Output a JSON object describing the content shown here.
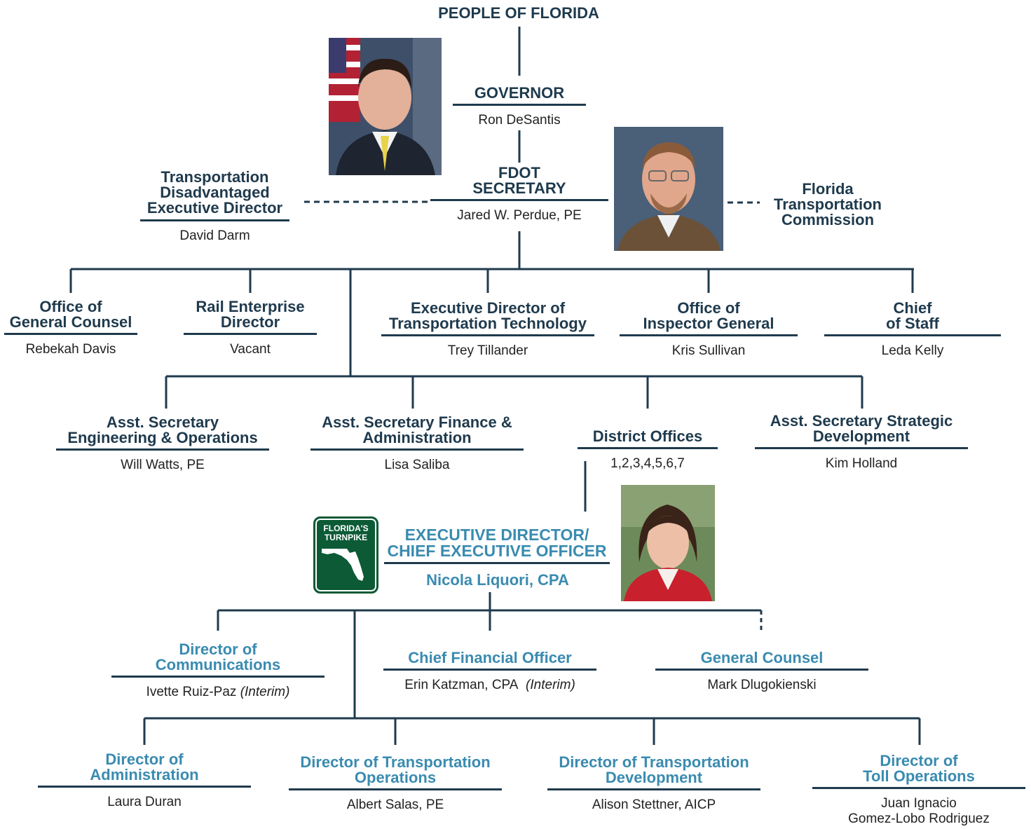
{
  "top": "PEOPLE OF FLORIDA",
  "governor": {
    "title": "GOVERNOR",
    "name": "Ron DeSantis"
  },
  "secretary": {
    "title": "FDOT\nSECRETARY",
    "name": "Jared W. Perdue, PE"
  },
  "td_director": {
    "title": "Transportation\nDisadvantaged\nExecutive Director",
    "name": "David Darm"
  },
  "commission": {
    "title": "Florida\nTransportation\nCommission"
  },
  "row1": [
    {
      "title": "Office of\nGeneral Counsel",
      "name": "Rebekah Davis"
    },
    {
      "title": "Rail Enterprise\nDirector",
      "name": "Vacant"
    },
    {
      "title": "Executive Director of\nTransportation Technology",
      "name": "Trey Tillander"
    },
    {
      "title": "Office of\nInspector General",
      "name": "Kris Sullivan"
    },
    {
      "title": "Chief\nof Staff",
      "name": "Leda Kelly"
    }
  ],
  "row2": [
    {
      "title": "Asst. Secretary\nEngineering & Operations",
      "name": "Will Watts, PE"
    },
    {
      "title": "Asst. Secretary Finance &\nAdministration",
      "name": "Lisa Saliba"
    },
    {
      "title": "District Offices",
      "name": "1,2,3,4,5,6,7"
    },
    {
      "title": "Asst. Secretary Strategic\nDevelopment",
      "name": "Kim Holland"
    }
  ],
  "logo": {
    "text": "FLORIDA'S\nTURNPIKE"
  },
  "ceo": {
    "title": "EXECUTIVE DIRECTOR/\nCHIEF EXECUTIVE OFFICER",
    "name": "Nicola Liquori, CPA"
  },
  "row3": [
    {
      "title": "Director of\nCommunications",
      "name": "Ivette Ruiz-Paz",
      "note": "(Interim)"
    },
    {
      "title": "Chief Financial Officer",
      "name": "Erin Katzman, CPA",
      "note": "(Interim)"
    },
    {
      "title": "General Counsel",
      "name": "Mark Dlugokienski"
    }
  ],
  "row4": [
    {
      "title": "Director of\nAdministration",
      "name": "Laura Duran"
    },
    {
      "title": "Director of Transportation\nOperations",
      "name": "Albert Salas, PE"
    },
    {
      "title": "Director of Transportation\nDevelopment",
      "name": "Alison Stettner, AICP"
    },
    {
      "title": "Director of\nToll Operations",
      "name": "Juan Ignacio\nGomez-Lobo Rodriguez"
    }
  ],
  "colors": {
    "navy": "#1f3a4d",
    "teal": "#3a8bb0",
    "turnpike_green": "#0c5a36"
  }
}
